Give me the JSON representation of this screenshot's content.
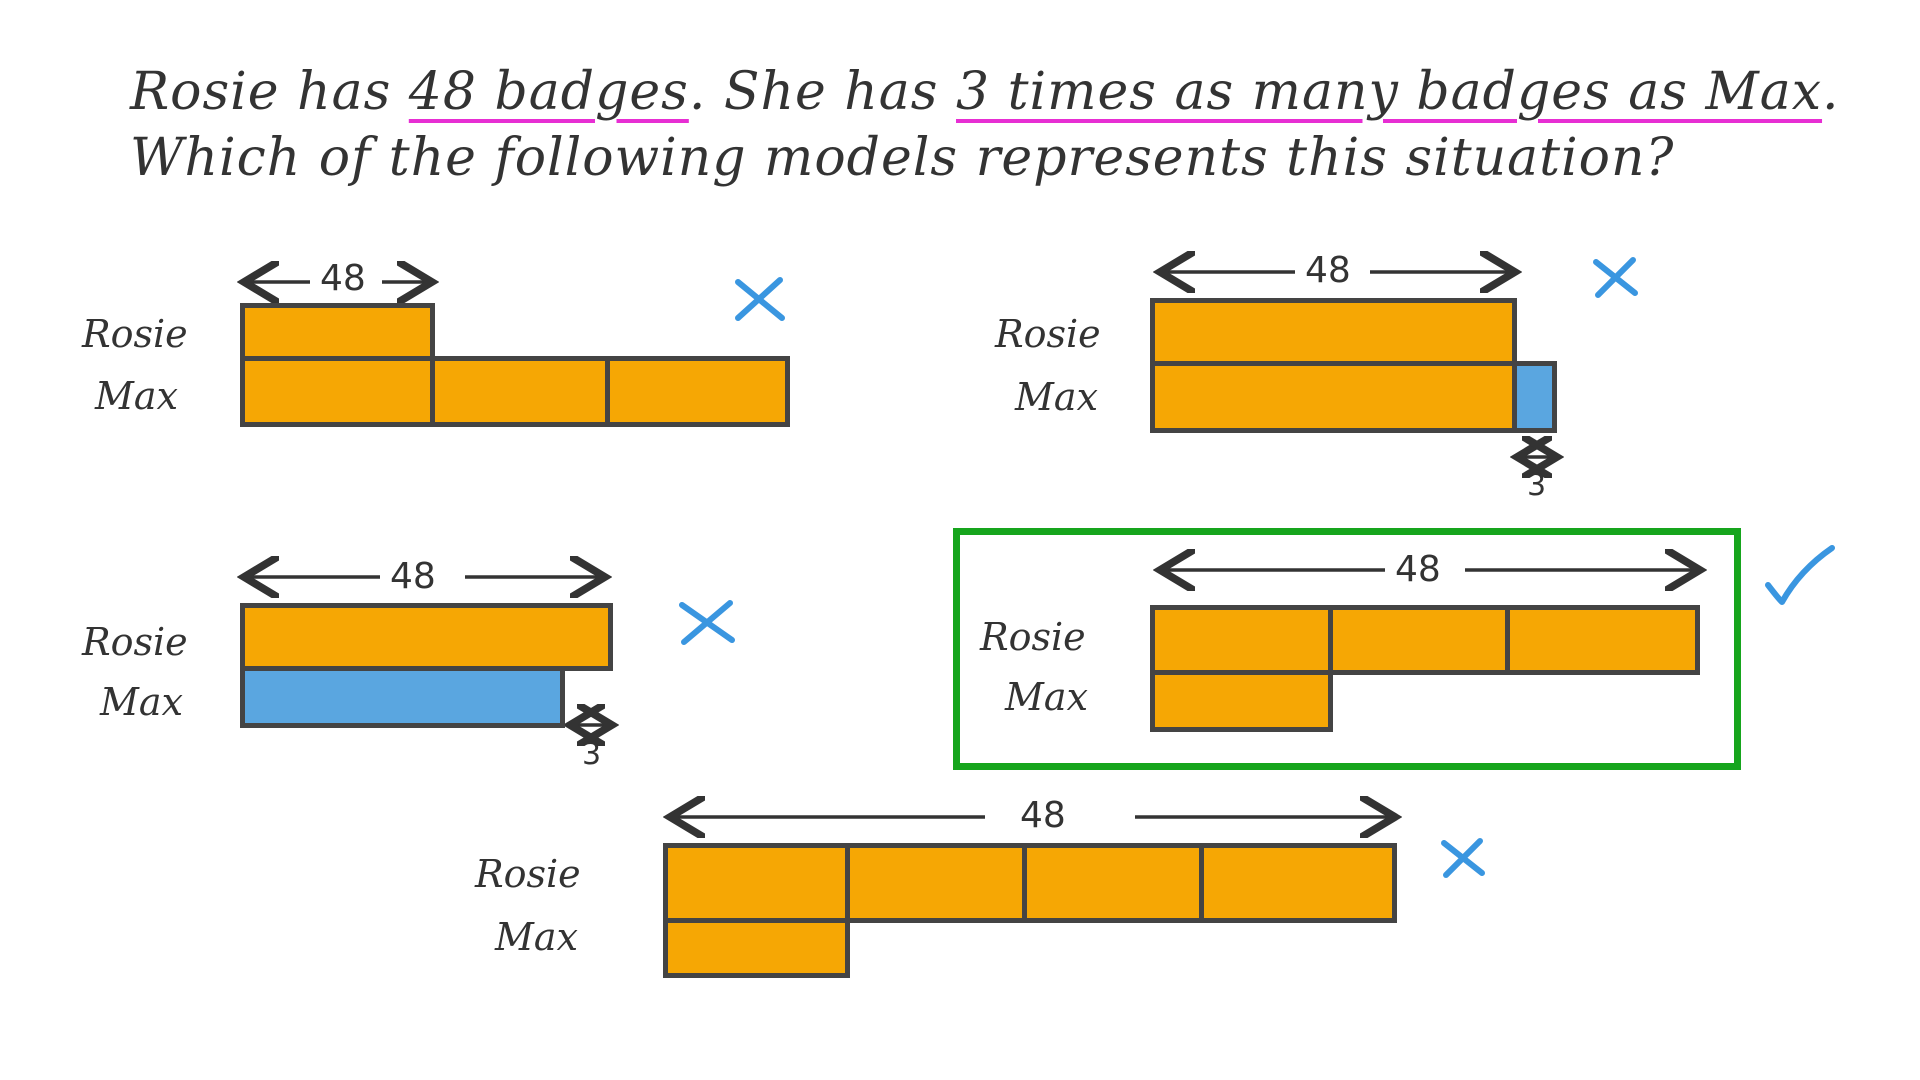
{
  "question": {
    "line1_a": "Rosie has ",
    "line1_b": "48 badges",
    "line1_c": ". She has ",
    "line1_d": "3 times as many badges as Max",
    "line1_e": ".",
    "line2": "Which of the following models represents this situation?"
  },
  "labels": {
    "rosie": "Rosie",
    "max": "Max"
  },
  "models": [
    {
      "id": "A",
      "top_value": "48",
      "status": "wrong"
    },
    {
      "id": "B",
      "top_value": "48",
      "bottom_value": "3",
      "status": "wrong"
    },
    {
      "id": "C",
      "top_value": "48",
      "bottom_value": "3",
      "status": "wrong"
    },
    {
      "id": "D",
      "top_value": "48",
      "status": "correct"
    },
    {
      "id": "E",
      "top_value": "48",
      "status": "wrong"
    }
  ],
  "colors": {
    "bar": "#f6a704",
    "bar_blue": "#5aa6e0",
    "outline": "#444444",
    "underline": "#e72ed3",
    "cross": "#3a96e0",
    "correct_frame": "#16a51d"
  },
  "icons": {
    "wrong": "cross-icon",
    "correct": "check-icon"
  }
}
